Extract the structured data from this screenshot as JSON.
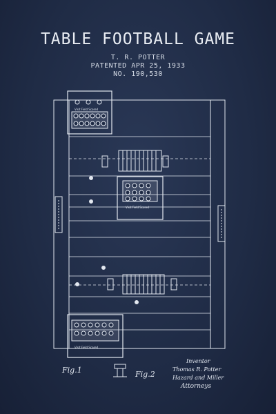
{
  "title": "TABLE FOOTBALL GAME",
  "inventor": "T. R. POTTER",
  "patent_date": "PATENTED APR 25, 1933",
  "patent_number": "NO. 190,530",
  "figure_labels": {
    "fig1": "Fig.1",
    "fig2": "Fig.2"
  },
  "signature": {
    "role": "Inventor",
    "name": "Thomas R. Potter",
    "attorney": "Hazard and Miller",
    "attorneys_label": "Attorneys"
  },
  "box_texts": {
    "top": "Visit Field Scored",
    "middle": "Visit Field Scored",
    "bottom": "Visit Field Scored"
  },
  "colors": {
    "background": "#1f2b45",
    "ink": "#e9edf3"
  }
}
